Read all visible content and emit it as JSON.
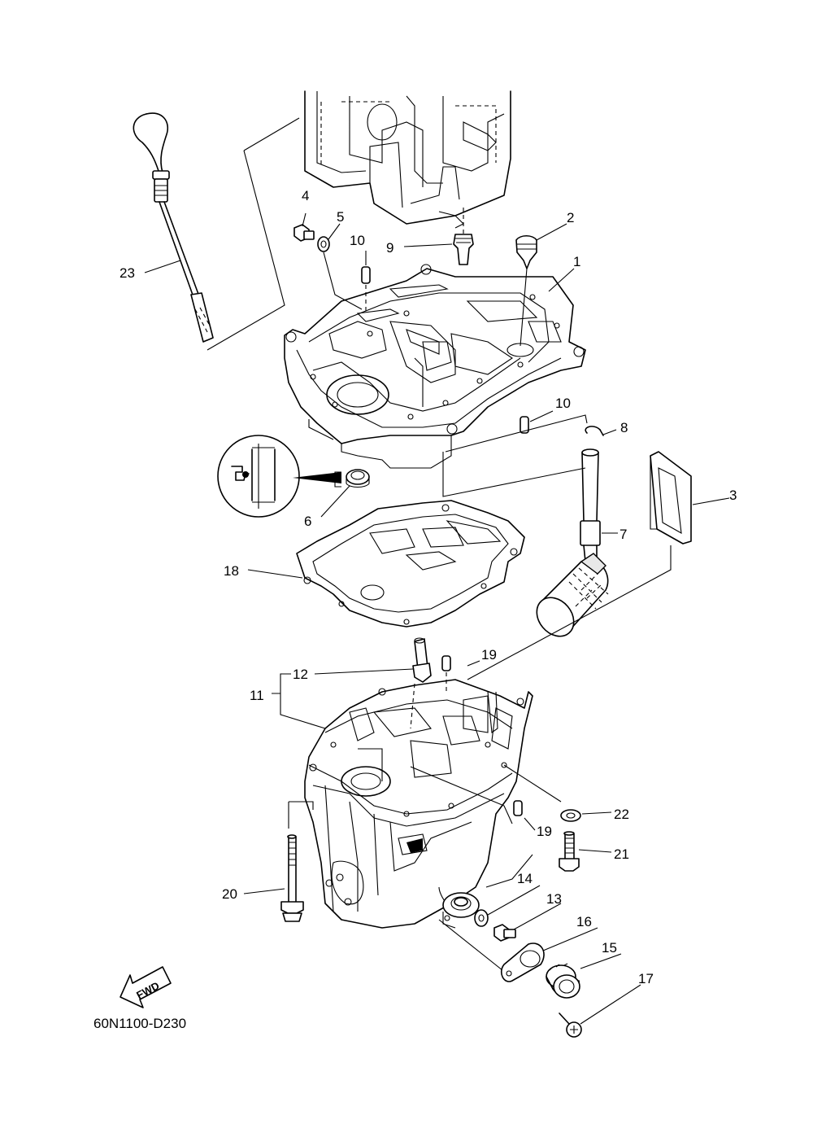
{
  "diagram": {
    "drawing_code": "60N1100-D230",
    "direction_label": "FWD",
    "callouts": [
      "1",
      "2",
      "3",
      "4",
      "5",
      "6",
      "7",
      "8",
      "9",
      "10",
      "10",
      "11",
      "12",
      "13",
      "14",
      "15",
      "16",
      "17",
      "18",
      "19",
      "19",
      "20",
      "21",
      "22",
      "23"
    ]
  }
}
